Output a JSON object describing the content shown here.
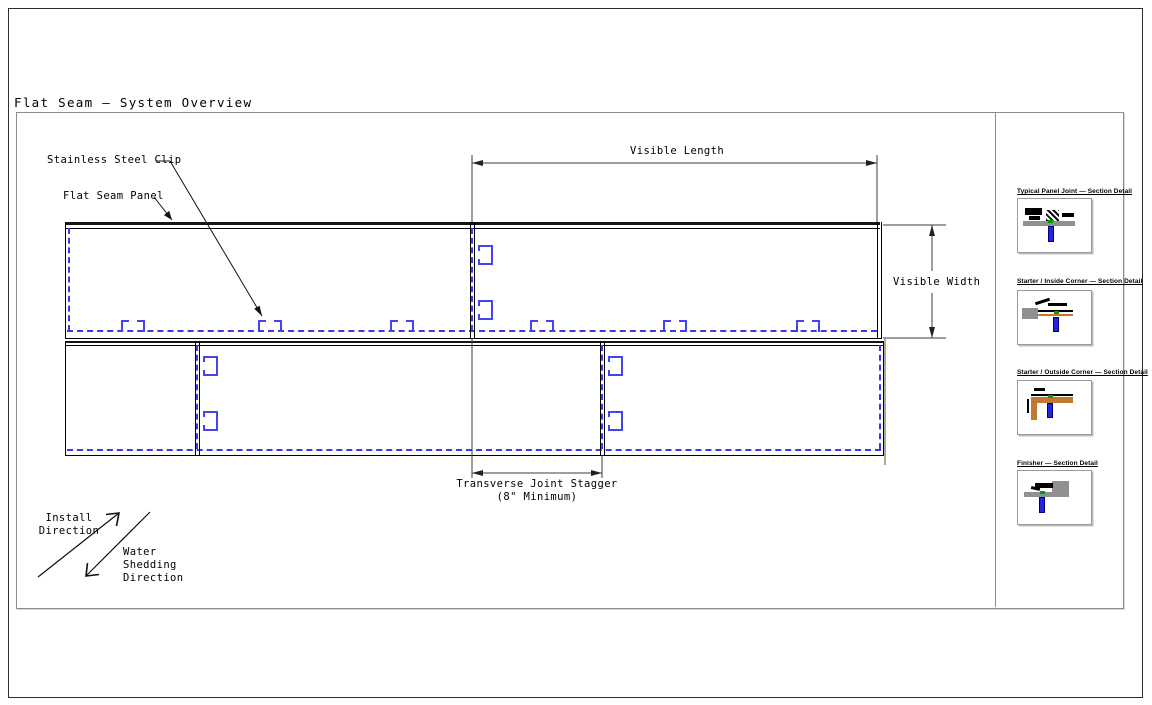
{
  "title": "Flat Seam — System Overview",
  "drawing": {
    "labels": {
      "clip": "Stainless Steel Clip",
      "panel": "Flat Seam Panel"
    },
    "dimensions": {
      "visible_length": "Visible Length",
      "visible_width": "Visible Width",
      "stagger": "Transverse Joint Stagger\n(8\" Minimum)"
    },
    "directions": {
      "install": "Install\nDirection",
      "water": "Water\nShedding\nDirection"
    }
  },
  "sidebar": {
    "details": [
      {
        "label": "Typical Panel Joint — Section Detail"
      },
      {
        "label": "Starter / Inside Corner — Section Detail"
      },
      {
        "label": "Starter / Outside Corner — Section Detail"
      },
      {
        "label": "Finisher — Section Detail"
      }
    ]
  },
  "colors": {
    "line_black": "#000000",
    "hidden_blue": "#3a3ae6",
    "clip_blue": "#4444ef",
    "frame_gray": "#8d8d8d",
    "substrate_gray": "#909090",
    "wood_tan": "#c07a30",
    "sealant_green": "#00a000",
    "fastener_blue": "#2323e0"
  }
}
